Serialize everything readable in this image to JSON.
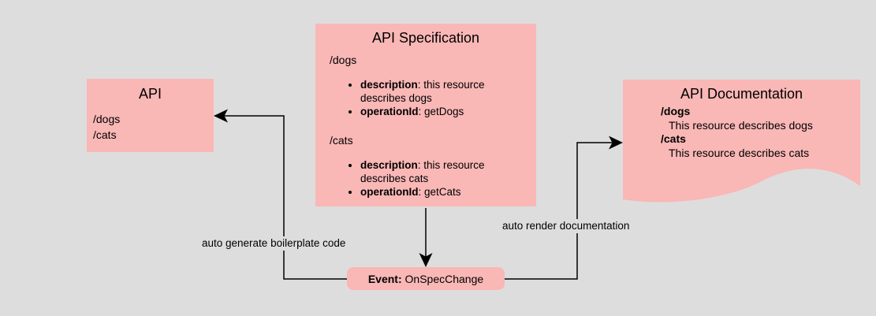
{
  "colors": {
    "background": "#dedddd",
    "node": "#f9b7b6",
    "line": "#000000",
    "text": "#000000"
  },
  "nodes": {
    "api": {
      "title": "API",
      "paths": [
        "/dogs",
        "/cats"
      ]
    },
    "spec": {
      "title": "API Specification",
      "sections": [
        {
          "path": "/dogs",
          "items": [
            {
              "key": "description",
              "rest": ": this resource describes dogs"
            },
            {
              "key": "operationId",
              "rest": ": getDogs"
            }
          ]
        },
        {
          "path": "/cats",
          "items": [
            {
              "key": "description",
              "rest": ": this resource describes cats"
            },
            {
              "key": "operationId",
              "rest": ": getCats"
            }
          ]
        }
      ]
    },
    "documentation": {
      "title": "API Documentation",
      "entries": [
        {
          "path": "/dogs",
          "description": "This resource describes dogs"
        },
        {
          "path": "/cats",
          "description": "This resource describes cats"
        }
      ]
    },
    "event": {
      "key": "Event:",
      "rest": " OnSpecChange"
    }
  },
  "edge_labels": {
    "generate": "auto generate boilerplate code",
    "render": "auto render documentation"
  }
}
